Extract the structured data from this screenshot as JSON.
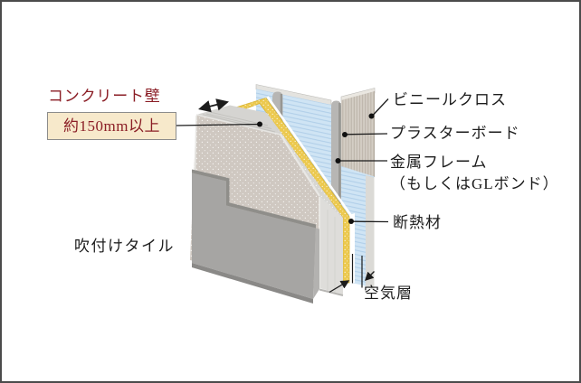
{
  "frame": {
    "border_color": "#4b4b4b",
    "background": "#ffffff"
  },
  "annotations": {
    "concrete_wall_label": "コンクリート壁",
    "concrete_wall_thickness": "約150mm以上",
    "sprayed_tile": "吹付けタイル",
    "vinyl_cloth": "ビニールクロス",
    "plasterboard": "プラスターボード",
    "metal_frame": "金属フレーム",
    "metal_frame_alt": "（もしくはGLボンド）",
    "insulation": "断熱材",
    "air_layer": "空気層"
  },
  "colors": {
    "label_red": "#8b1e26",
    "thickness_box_bg": "#f7e9cb",
    "thickness_box_border": "#8c8c8c",
    "concrete_front": "#cfc8c1",
    "concrete_top": "#d5d4d1",
    "concrete_cut": "#d7d6d2",
    "insulation_yellow": "#ecc94f",
    "plasterboard_blue": "#cfe4f4",
    "plasterboard_hatch": "#aecde8",
    "vinyl_tan": "#d4cec5",
    "vinyl_stripe": "#bab2a7",
    "tile_gray": "#a6a5a3",
    "stud_gray": "#b7b6b4",
    "line_black": "#1c1c1c"
  }
}
